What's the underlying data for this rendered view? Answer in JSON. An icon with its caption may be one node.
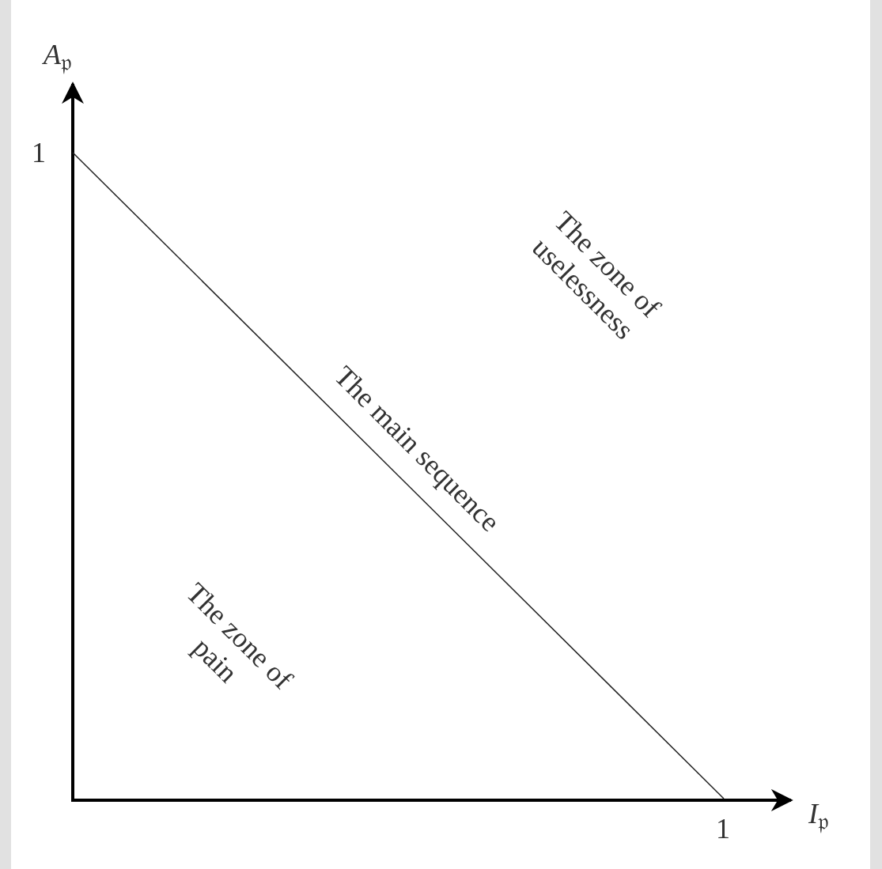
{
  "diagram": {
    "labels": [
      "*A*$_{𝔭}$",
      "1",
      "The zone of uselessness",
      "The main sequence",
      "The zone of pain",
      "*I*$_{𝔭}$",
      "1"
    ]
  }
}
